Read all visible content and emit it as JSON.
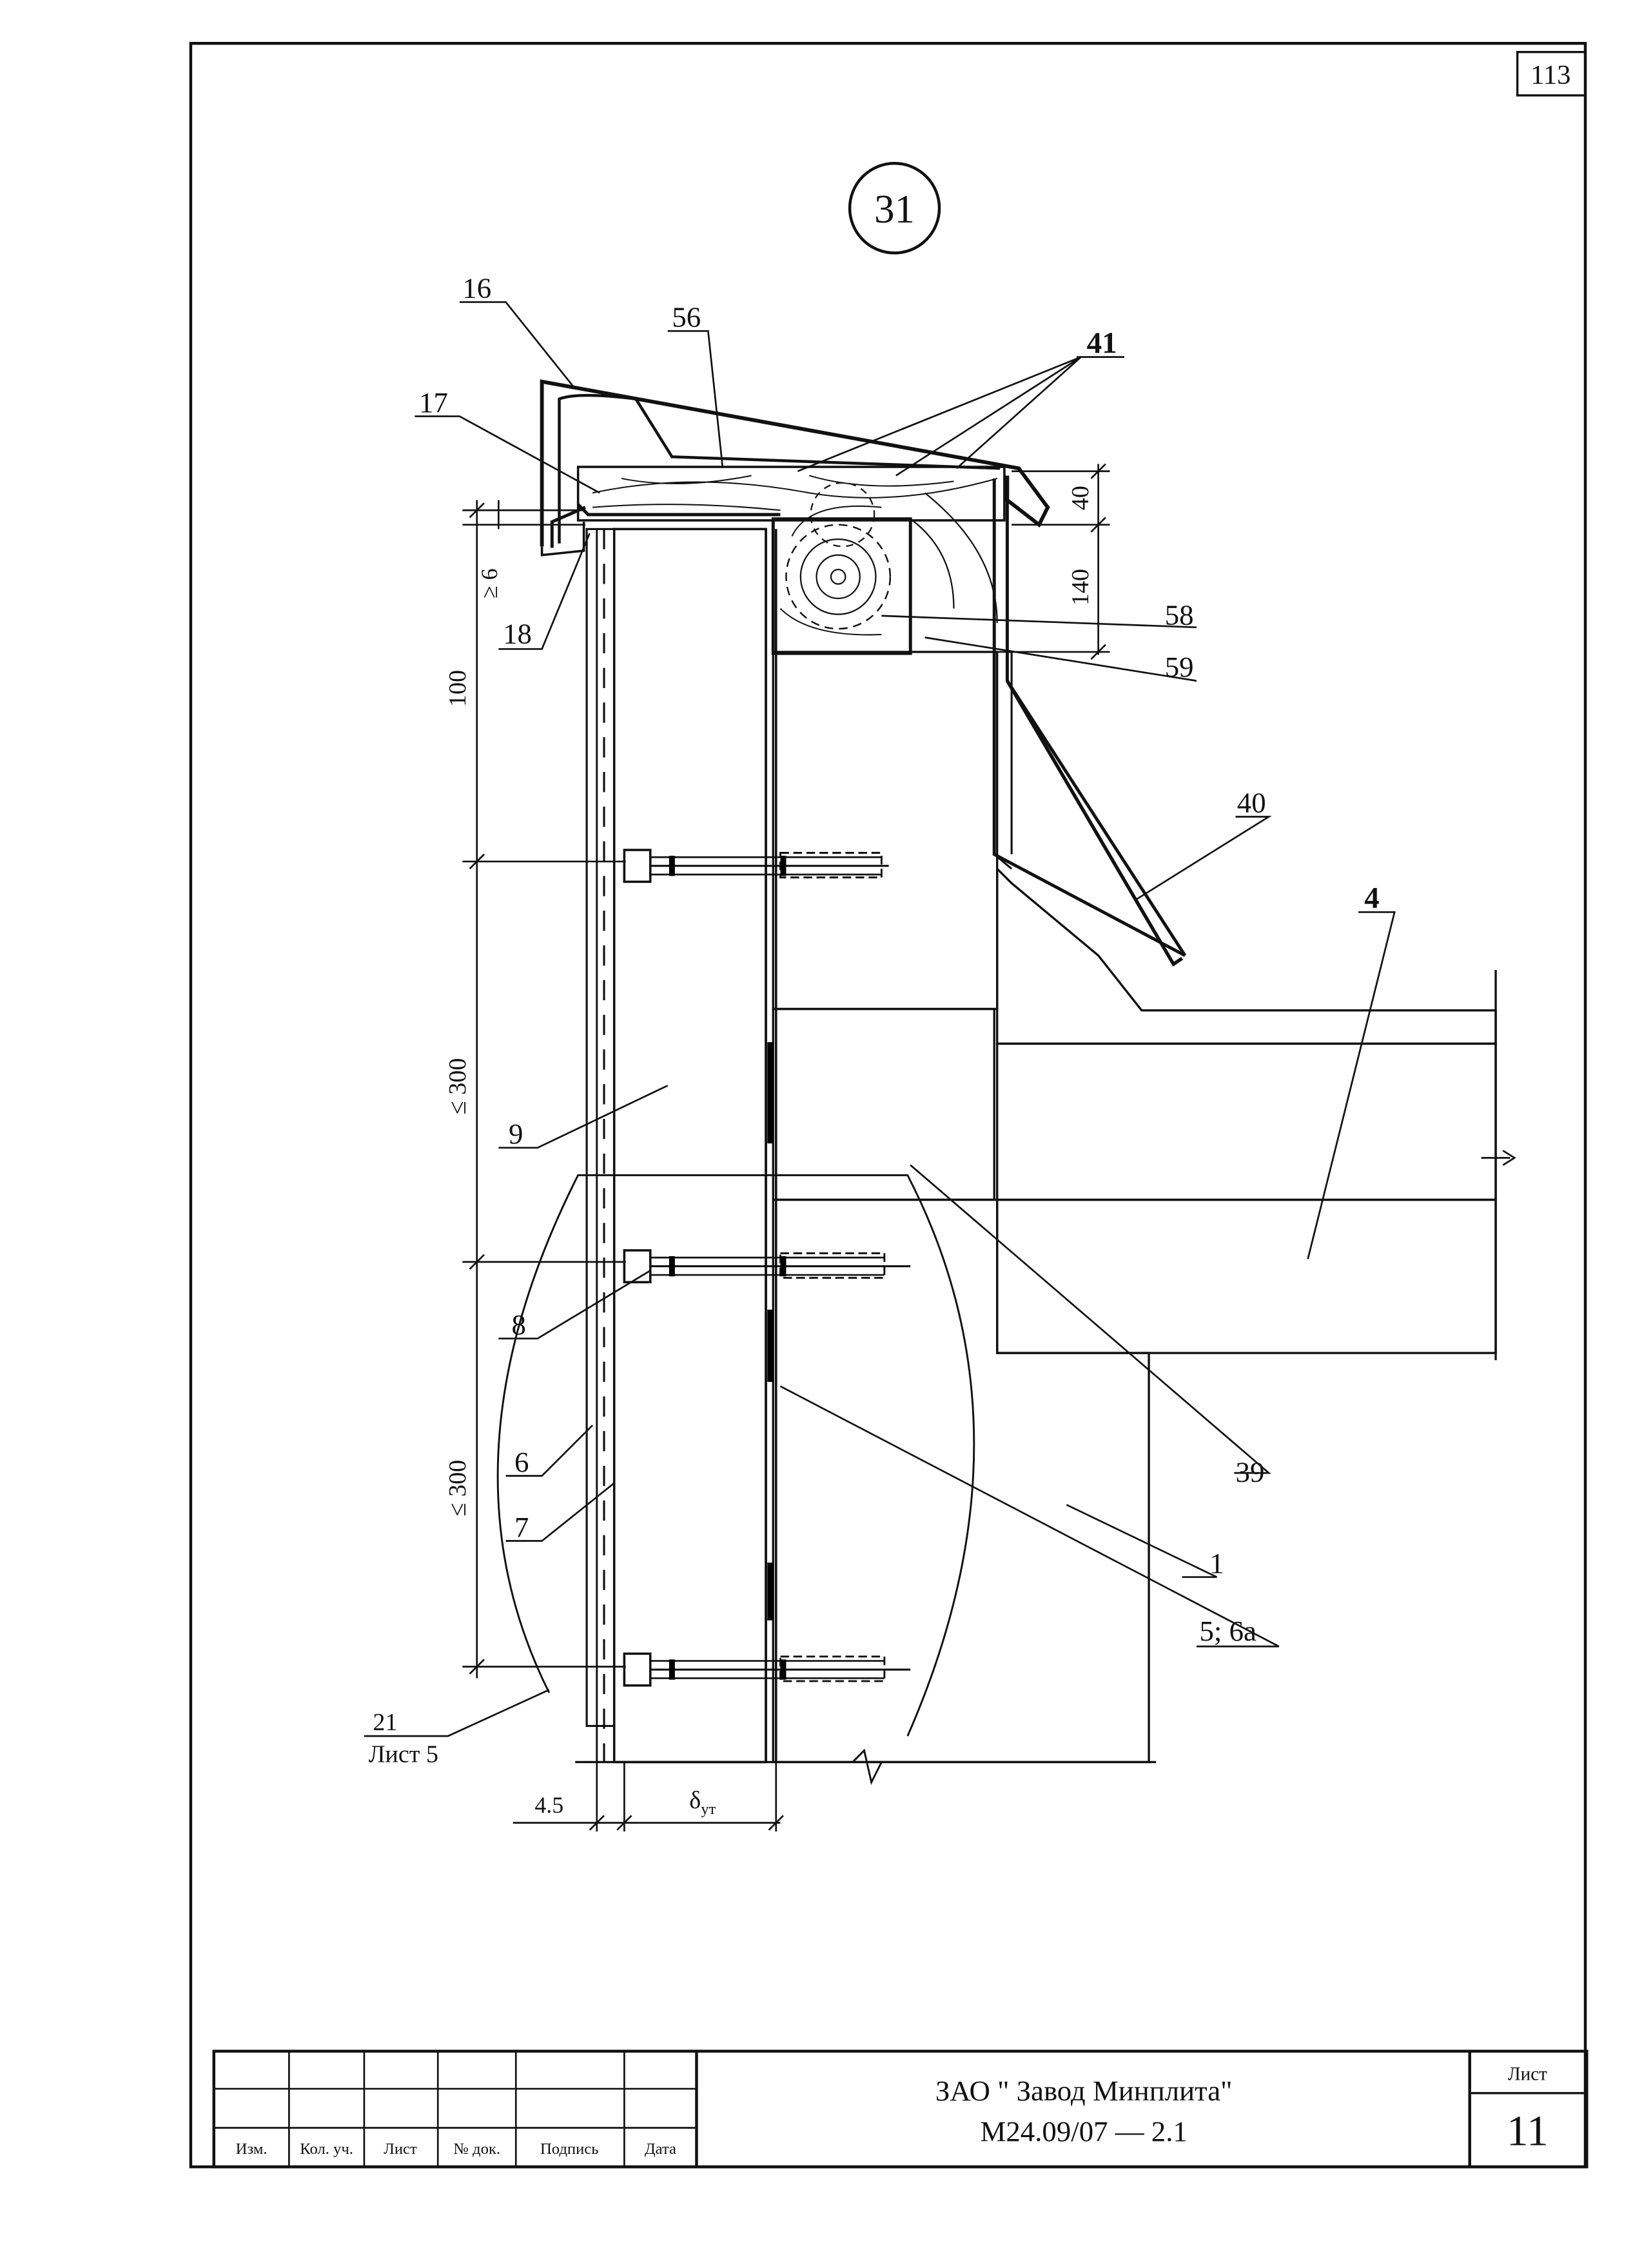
{
  "sheet_corner_number": "113",
  "detail_number": "31",
  "callouts": {
    "c16": "16",
    "c17": "17",
    "c18": "18",
    "c56": "56",
    "c41": "41",
    "c58": "58",
    "c59": "59",
    "c40": "40",
    "c4": "4",
    "c9": "9",
    "c8": "8",
    "c6": "6",
    "c7": "7",
    "c39": "39",
    "c1": "1",
    "c5_6a": "5; 6а",
    "c21": "21",
    "c21_ref": "Лист 5"
  },
  "dimensions": {
    "d_ge6": "≥ 6",
    "d_100": "100",
    "d_le300_a": "≤ 300",
    "d_le300_b": "≤ 300",
    "d_40": "40",
    "d_140": "140",
    "d_4_5": "4.5",
    "d_delta": "δ",
    "d_delta_sub": "ут"
  },
  "title_block": {
    "col_izm": "Изм.",
    "col_kol": "Кол. уч.",
    "col_list": "Лист",
    "col_ndok": "№ док.",
    "col_podpis": "Подпись",
    "col_data": "Дата",
    "company": "ЗАО \" Завод Минплита\"",
    "doc_code": "М24.09/07 — 2.1",
    "sheet_label": "Лист",
    "sheet_number": "11"
  }
}
